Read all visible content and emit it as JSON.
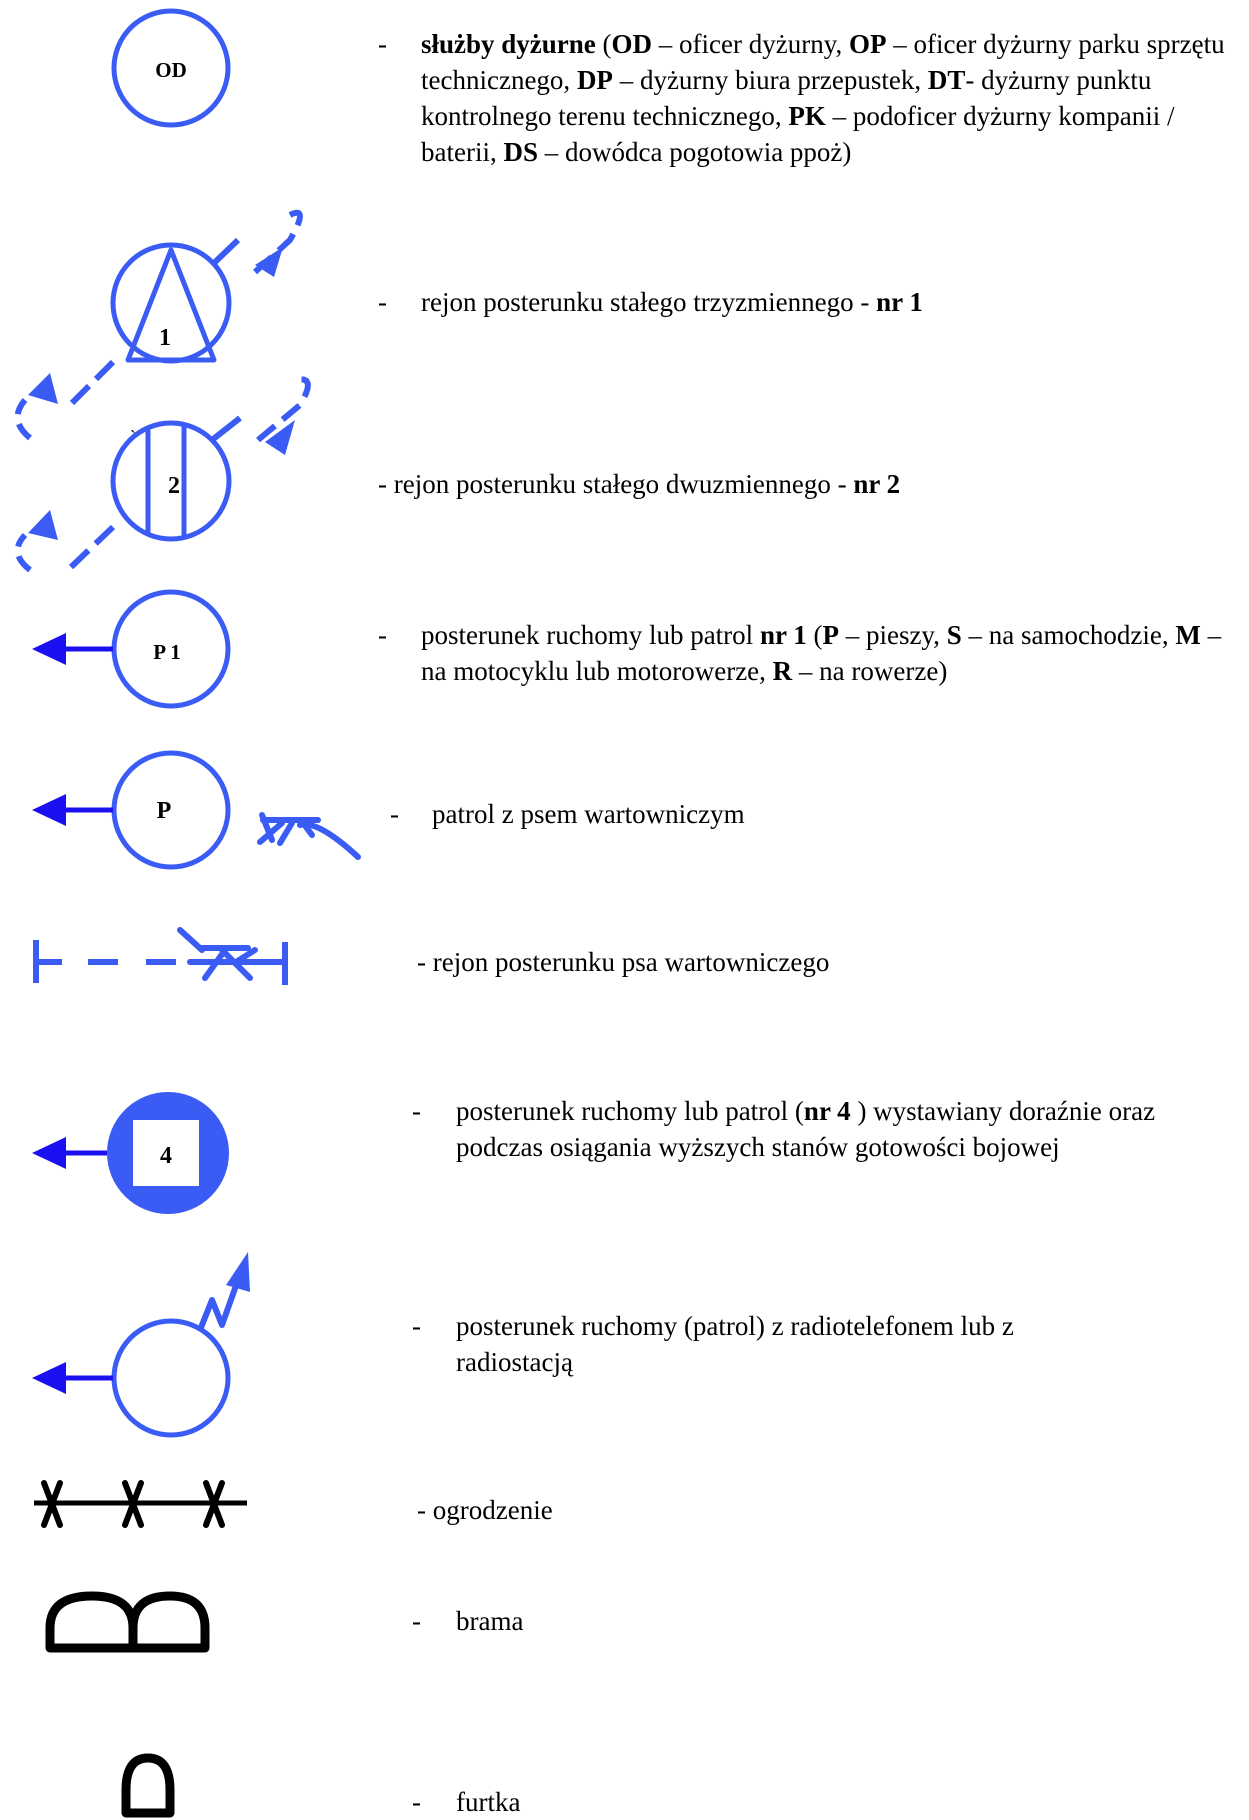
{
  "colors": {
    "symbol_blue": "#3b5bf5",
    "dark_blue": "#1a10f0",
    "black": "#000000"
  },
  "entries": [
    {
      "id": "duty_services",
      "symbol": "circle-od-icon",
      "symbol_label": "OD",
      "dash": "-",
      "text": {
        "t0_bold": "służby dyżurne",
        "t1": " (",
        "t2_bold": "OD",
        "t3": " – oficer dyżurny, ",
        "t4_bold": "OP",
        "t5": " – oficer dyżurny parku sprzętu technicznego, ",
        "t6_bold": "DP",
        "t7": " – dyżurny biura przepustek, ",
        "t8_bold": "DT",
        "t9": "- dyżurny punktu kontrolnego terenu technicznego, ",
        "t10_bold": "PK",
        "t11": " – podoficer dyżurny kompanii / baterii, ",
        "t12_bold": "DS",
        "t13": " – dowódca pogotowia ppoż)"
      }
    },
    {
      "id": "post_three_shift",
      "symbol": "circle-triangle-icon",
      "symbol_label": "1",
      "dash": "-",
      "text": {
        "t0": "rejon posterunku stałego trzyzmiennego - ",
        "t1_bold": "nr 1"
      }
    },
    {
      "id": "post_two_shift",
      "symbol": "circle-striped-icon",
      "symbol_label": "2",
      "symbol_tick": "`",
      "text": {
        "t0": "- rejon posterunku stałego dwuzmiennego - ",
        "t1_bold": "nr 2"
      }
    },
    {
      "id": "mobile_post",
      "symbol": "circle-arrow-icon",
      "symbol_label": "P 1",
      "dash": "-",
      "text": {
        "t0": "posterunek ruchomy lub patrol ",
        "t1_bold": "nr 1",
        "t2": " (",
        "t3_bold": "P",
        "t4": " – pieszy, ",
        "t5_bold": "S",
        "t6": " – na samochodzie, ",
        "t7_bold": "M",
        "t8": " – na motocyklu lub motorowerze, ",
        "t9_bold": "R",
        "t10": " – na rowerze)"
      }
    },
    {
      "id": "dog_patrol",
      "symbol": "circle-arrow-dog-icon",
      "symbol_label": "P",
      "dash": "-",
      "text": {
        "t0": "patrol z psem wartowniczym"
      }
    },
    {
      "id": "dog_post_area",
      "symbol": "dashed-line-dog-icon",
      "text": {
        "t0": "- rejon posterunku  psa wartowniczego"
      }
    },
    {
      "id": "ad_hoc_patrol",
      "symbol": "filled-circle-square-icon",
      "symbol_label": "4",
      "dash": "-",
      "text": {
        "t0": "posterunek ruchomy lub patrol (",
        "t1_bold": "nr 4",
        "t2": " ) wystawiany doraźnie oraz podczas osiągania wyższych stanów gotowości bojowej"
      }
    },
    {
      "id": "radio_patrol",
      "symbol": "circle-radio-icon",
      "dash": "-",
      "text": {
        "t0": "posterunek ruchomy  (patrol) z radiotelefonem lub z radiostacją"
      }
    },
    {
      "id": "fence",
      "symbol": "fence-icon",
      "text": {
        "t0": "- ogrodzenie"
      }
    },
    {
      "id": "gate",
      "symbol": "gate-icon",
      "dash": "-",
      "text": {
        "t0": "brama"
      }
    },
    {
      "id": "wicket",
      "symbol": "wicket-icon",
      "dash": "-",
      "text": {
        "t0": "furtka"
      }
    }
  ]
}
